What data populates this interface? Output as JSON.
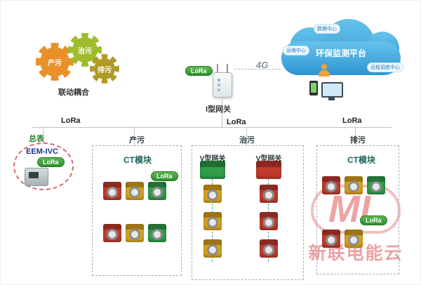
{
  "colors": {
    "lora_badge_green": "#3a9e3f",
    "device_red": "#c23b2e",
    "device_yellow": "#d8a41e",
    "device_green": "#2f9e4a",
    "cloud_blue": "#3aa6d9",
    "watermark_red": "#d94a4a",
    "gear_orange": "#e8912a",
    "gear_green": "#9ebc2c",
    "gear_olive": "#b09a28"
  },
  "gears": {
    "items": [
      {
        "label": "产污"
      },
      {
        "label": "治污"
      },
      {
        "label": "排污"
      }
    ],
    "caption": "联动耦合"
  },
  "gateway": {
    "label": "I型网关",
    "lora_badge": "LoRa",
    "g4_label": "4G"
  },
  "cloud": {
    "title": "环保监测平台",
    "badges": [
      "数据中心",
      "运维中心",
      "远程调度中心"
    ]
  },
  "bus": {
    "lora_left": "LoRa",
    "lora_center": "LoRa",
    "lora_right": "LoRa"
  },
  "meter": {
    "label": "总表",
    "model": "EEM-IVC",
    "lora_badge": "LoRa"
  },
  "boxes": [
    {
      "title": "产污",
      "subtitle": "CT模块",
      "lora_badge": "LoRa",
      "rows": [
        [
          "red",
          "yellow",
          "green"
        ],
        [
          "red",
          "yellow",
          "green"
        ]
      ]
    },
    {
      "title": "治污",
      "columns": [
        {
          "label": "V型网关",
          "gateway_color": "green",
          "modules": [
            "yellow",
            "yellow",
            "yellow"
          ]
        },
        {
          "label": "V型网关",
          "gateway_color": "red",
          "modules": [
            "red",
            "red",
            "red"
          ]
        }
      ]
    },
    {
      "title": "排污",
      "subtitle": "CT模块",
      "lora_badge": "LoRa",
      "rows": [
        [
          "red",
          "yellow",
          "green"
        ],
        [
          "red",
          "yellow"
        ]
      ]
    }
  ],
  "watermark": {
    "logo": "ML",
    "text": "新联电能云"
  }
}
